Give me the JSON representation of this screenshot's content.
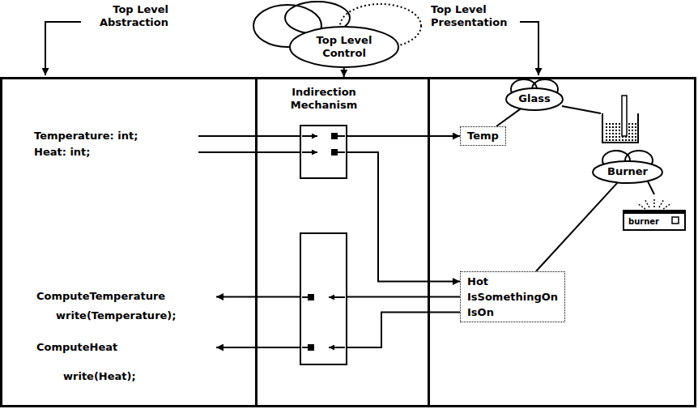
{
  "diagram": {
    "nodes": [
      {
        "text": [
          "Top Level Control"
        ]
      },
      {
        "text": [
          "Top Level Abstraction"
        ]
      },
      {
        "text": [
          "Indirection Mechanism"
        ]
      },
      {
        "text": [
          "Top Level Presentation"
        ]
      },
      {
        "text": [
          "Temperature: int;"
        ],
        "in": 1
      },
      {
        "text": [
          "Heat: int;"
        ],
        "in": 1
      },
      {
        "text": [
          "ComputeTemperature",
          "write(Temperature);"
        ],
        "in": 1
      },
      {
        "text": [
          "ComputeHeat",
          "write(Heat);"
        ],
        "in": 1
      },
      {
        "text": [
          "Glass"
        ],
        "in": 3
      },
      {
        "text": [
          "Temp"
        ],
        "in": 3
      },
      {
        "text": [
          "Burner"
        ],
        "in": 3
      },
      {
        "text": [
          "Hot",
          "IsSomethingOn",
          "IsOn"
        ],
        "in": 3
      }
    ],
    "edges": [
      {
        "from": 0,
        "to": 2,
        "arrow": "to"
      },
      {
        "from": 4,
        "to": 9,
        "arrow": "to"
      },
      {
        "from": 5,
        "to": 11,
        "arrow": "to"
      },
      {
        "from": 11,
        "to": 6,
        "arrow": "to"
      },
      {
        "from": 11,
        "to": 7,
        "arrow": "to"
      },
      {
        "from": 8,
        "to": 9,
        "arrow": "none"
      },
      {
        "from": 10,
        "to": 11,
        "arrow": "none"
      }
    ],
    "labels": [
      "burner"
    ]
  }
}
